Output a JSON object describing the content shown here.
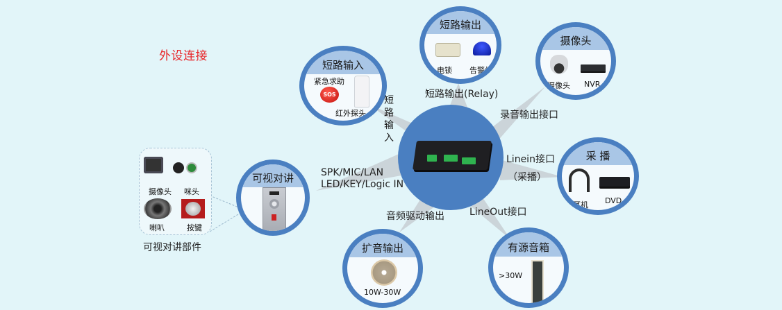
{
  "diagram": {
    "title": "外设连接",
    "colors": {
      "background": "#e2f5f9",
      "hub": "#4a7fc1",
      "ring": "#4a7fc1",
      "band": "#a9c6e6",
      "connector": "#c9d1d6",
      "title": "#e8262a"
    },
    "hub": {
      "name": "音频网关设备",
      "icon": "audio-gateway-device-icon"
    },
    "connections": [
      {
        "id": "short-input",
        "label": "短路输入",
        "orientation": "vertical"
      },
      {
        "id": "relay-output",
        "label": "短路输出(Relay)"
      },
      {
        "id": "record-output",
        "label": "录音输出接口"
      },
      {
        "id": "linein",
        "label": "Linein接口",
        "sublabel": "（采播）"
      },
      {
        "id": "lineout",
        "label": "LineOut接口"
      },
      {
        "id": "audio-drive",
        "label": "音频驱动输出"
      },
      {
        "id": "intercom-io",
        "label": "SPK/MIC/LAN",
        "sublabel": "LED/KEY/Logic IN"
      }
    ],
    "nodes": [
      {
        "id": "short-input",
        "title": "短路输入",
        "items": [
          {
            "label": "紧急求助",
            "icon": "sos-button-icon"
          },
          {
            "label": "红外探头",
            "icon": "pir-sensor-icon"
          }
        ]
      },
      {
        "id": "short-output",
        "title": "短路输出",
        "items": [
          {
            "label": "电锁",
            "icon": "electric-lock-icon"
          },
          {
            "label": "告警灯",
            "icon": "alarm-light-icon"
          }
        ]
      },
      {
        "id": "camera",
        "title": "摄像头",
        "items": [
          {
            "label": "摄像头",
            "icon": "dome-camera-icon"
          },
          {
            "label": "NVR",
            "icon": "nvr-icon"
          }
        ]
      },
      {
        "id": "capture",
        "title": "采 播",
        "items": [
          {
            "label": "耳机",
            "icon": "headset-icon"
          },
          {
            "label": "DVD",
            "icon": "dvd-player-icon"
          }
        ]
      },
      {
        "id": "active-speaker",
        "title": "有源音箱",
        "items": [
          {
            "label": ">30W",
            "icon": "column-speaker-icon"
          }
        ]
      },
      {
        "id": "amplified-output",
        "title": "扩音输出",
        "items": [
          {
            "label": "10W-30W",
            "icon": "ceiling-speaker-icon"
          }
        ]
      },
      {
        "id": "video-intercom",
        "title": "可视对讲",
        "items": [
          {
            "label": "",
            "icon": "intercom-panel-icon"
          }
        ]
      }
    ],
    "parts": {
      "title": "可视对讲部件",
      "items": [
        {
          "label": "摄像头",
          "icon": "camera-module-icon"
        },
        {
          "label": "咪头",
          "icon": "microphone-capsule-icon"
        },
        {
          "label": "喇叭",
          "icon": "loudspeaker-icon"
        },
        {
          "label": "按键",
          "icon": "push-button-icon"
        }
      ]
    }
  }
}
